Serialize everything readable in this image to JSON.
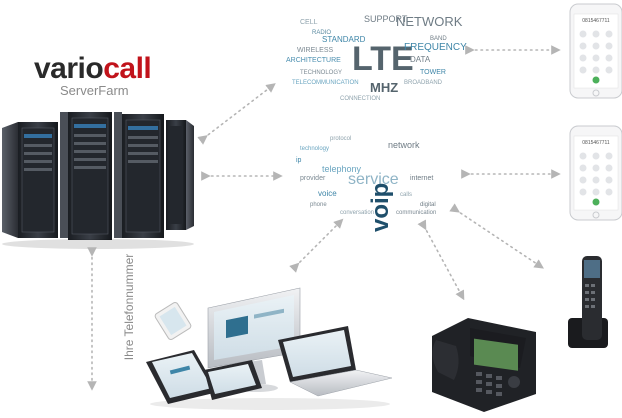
{
  "brand": {
    "name_part1": "vario",
    "name_part2": "call",
    "subtitle": "ServerFarm",
    "colors": {
      "dark": "#2a2a2a",
      "accent": "#c1131b",
      "grey": "#8a8a8a"
    }
  },
  "vertical_label": "Ihre Telefonnummer",
  "word_cloud_lte": {
    "primary": "LTE",
    "secondary": "MHZ",
    "words": [
      "NETWORK",
      "STANDARD",
      "WIRELESS",
      "ARCHITECTURE",
      "CELL",
      "RADIO",
      "FREQUENCY",
      "SUPPORT",
      "DATA",
      "TECHNOLOGY",
      "TELECOMMUNICATION",
      "TOWER",
      "BROADBAND",
      "CONNECTION",
      "BAND"
    ]
  },
  "word_cloud_voip": {
    "primary": "voip",
    "secondary": "service",
    "words": [
      "network",
      "telephony",
      "provider",
      "internet",
      "voice",
      "protocol",
      "calls",
      "phone",
      "digital",
      "ip",
      "conversation",
      "technology",
      "communication"
    ]
  },
  "phone_display": {
    "number": "0815467711"
  }
}
